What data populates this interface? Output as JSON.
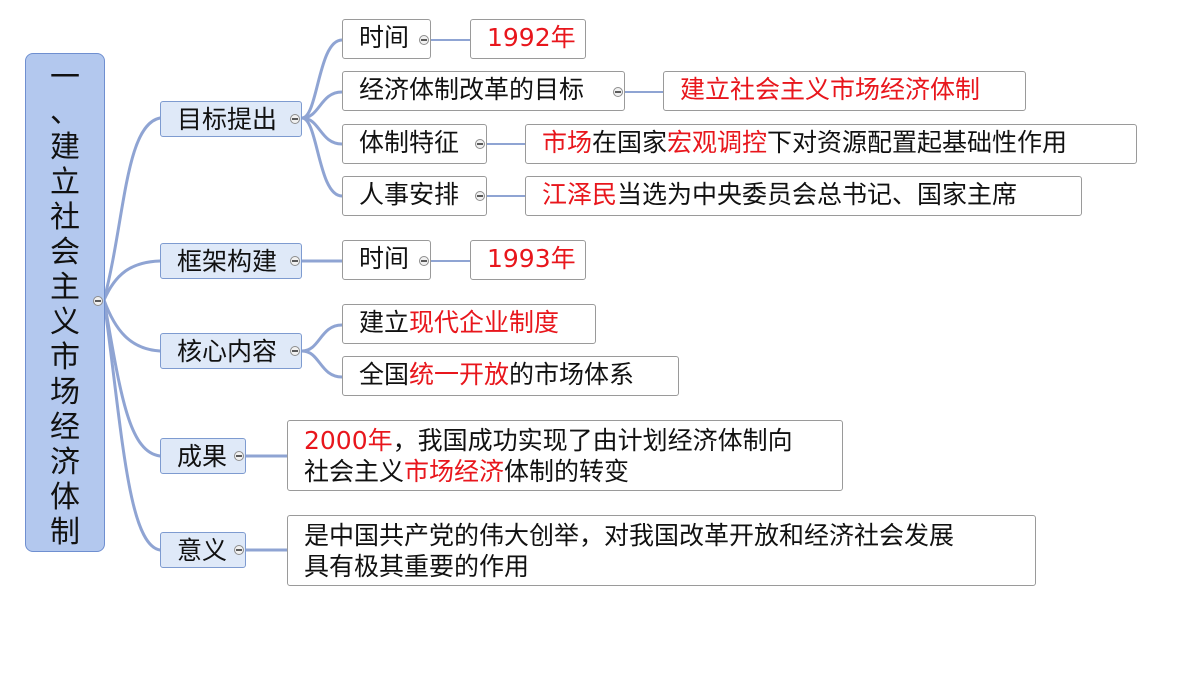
{
  "root": {
    "chars": [
      "一",
      "、",
      "建",
      "立",
      "社",
      "会",
      "主",
      "义",
      "市",
      "场",
      "经",
      "济",
      "体",
      "制"
    ]
  },
  "branches": {
    "goal": {
      "label": "目标提出",
      "time": {
        "label": "时间",
        "value": "1992年"
      },
      "target": {
        "label": "经济体制改革的目标",
        "value": "建立社会主义市场经济体制"
      },
      "feature": {
        "label": "体制特征",
        "value": [
          {
            "t": "市场",
            "red": true
          },
          {
            "t": "在国家",
            "red": false
          },
          {
            "t": "宏观调控",
            "red": true
          },
          {
            "t": "下对资源配置起基础性作用",
            "red": false
          }
        ]
      },
      "personnel": {
        "label": "人事安排",
        "value": [
          {
            "t": "江泽民",
            "red": true
          },
          {
            "t": "当选为中央委员会总书记、国家主席",
            "red": false
          }
        ]
      }
    },
    "framework": {
      "label": "框架构建",
      "time": {
        "label": "时间",
        "value": "1993年"
      }
    },
    "core": {
      "label": "核心内容",
      "item1": [
        {
          "t": "建立",
          "red": false
        },
        {
          "t": "现代企业制度",
          "red": true
        }
      ],
      "item2": [
        {
          "t": "全国",
          "red": false
        },
        {
          "t": "统一开放",
          "red": true
        },
        {
          "t": "的市场体系",
          "red": false
        }
      ]
    },
    "result": {
      "label": "成果",
      "line1": [
        {
          "t": "2000年",
          "red": true
        },
        {
          "t": "，我国成功实现了由计划经济体制向",
          "red": false
        }
      ],
      "line2": [
        {
          "t": "社会主义",
          "red": false
        },
        {
          "t": "市场经济",
          "red": true
        },
        {
          "t": "体制的转变",
          "red": false
        }
      ]
    },
    "meaning": {
      "label": "意义",
      "line1": "是中国共产党的伟大创举，对我国改革开放和经济社会发展",
      "line2": "具有极其重要的作用"
    }
  },
  "colors": {
    "connector": "#8fa4d3",
    "red_text": "#e8161c",
    "root_fill": "#b3c8ee",
    "branch_fill": "#dfe9f8"
  }
}
